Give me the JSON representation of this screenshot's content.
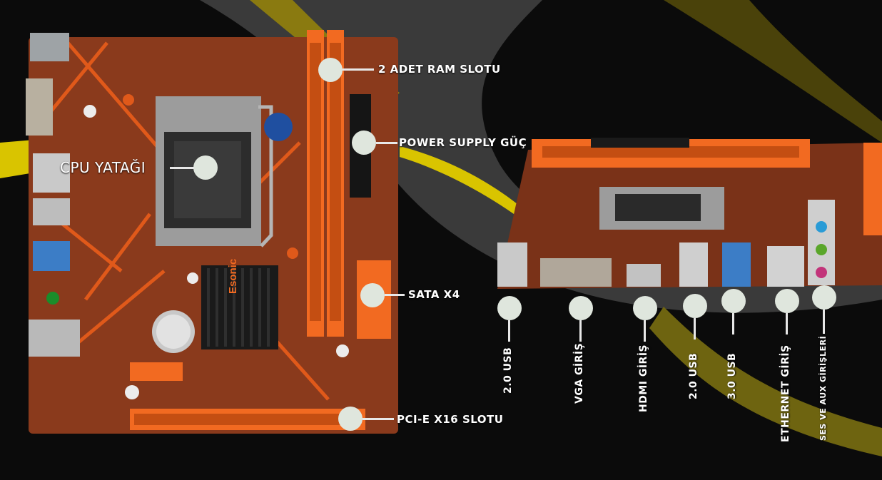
{
  "colors": {
    "pcb": "#8a3a1c",
    "accent_orange": "#ee5a16",
    "slot_orange": "#f26a21",
    "heatsink": "#1a1a1a",
    "swoosh_yellow": "#d9c400",
    "marker": "#dfe6dd"
  },
  "board": {
    "brand": "Esonic"
  },
  "callouts": {
    "ram": "2 ADET RAM SLOTU",
    "power": "POWER SUPPLY GÜÇ",
    "cpu": "CPU YATAĞI",
    "sata": "SATA X4",
    "pcie": "PCI-E X16 SLOTU"
  },
  "ports": [
    {
      "label": "2.0 USB"
    },
    {
      "label": "VGA GİRİŞ"
    },
    {
      "label": "HDMI GİRİŞ"
    },
    {
      "label": "2.0 USB"
    },
    {
      "label": "3.0 USB"
    },
    {
      "label": "ETHERNET GİRİŞ"
    },
    {
      "label": "SES VE AUX GİRİŞLERİ"
    }
  ]
}
